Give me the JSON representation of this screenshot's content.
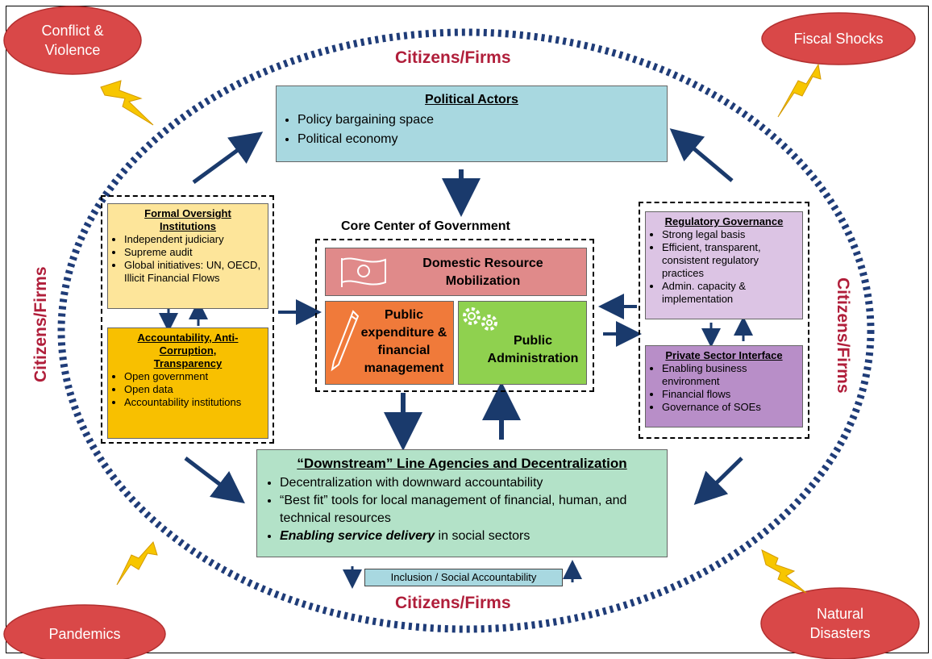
{
  "hazards": {
    "top_left": [
      "Conflict &",
      "Violence"
    ],
    "top_right": "Fiscal Shocks",
    "bottom_left": "Pandemics",
    "bottom_right": [
      "Natural",
      "Disasters"
    ]
  },
  "citizens_firms_label": "Citizens/Firms",
  "political_actors": {
    "title": "Political Actors",
    "bullets": [
      "Policy bargaining space",
      "Political economy"
    ]
  },
  "core_center": {
    "title": "Core Center of Government",
    "drm": [
      "Domestic Resource",
      "Mobilization"
    ],
    "pefm": [
      "Public",
      "expenditure &",
      "financial",
      "management"
    ],
    "pa": [
      "Public",
      "Administration"
    ]
  },
  "formal_oversight": {
    "title": [
      "Formal Oversight",
      "Institutions"
    ],
    "bullets": [
      "Independent judiciary",
      "Supreme audit",
      "Global initiatives: UN, OECD, Illicit Financial Flows"
    ]
  },
  "accountability": {
    "title": [
      "Accountability, Anti-",
      "Corruption,",
      "Transparency"
    ],
    "bullets": [
      "Open government",
      "Open data",
      "Accountability institutions"
    ]
  },
  "regulatory": {
    "title": "Regulatory Governance",
    "bullets": [
      "Strong legal basis",
      "Efficient, transparent, consistent regulatory practices",
      "Admin. capacity & implementation"
    ]
  },
  "private_sector": {
    "title": "Private Sector Interface",
    "bullets": [
      "Enabling business environment",
      "Financial flows",
      "Governance of SOEs"
    ]
  },
  "downstream": {
    "title": "“Downstream” Line Agencies and Decentralization",
    "bullet1": "Decentralization with downward accountability",
    "bullet2": "“Best fit” tools for local management of financial, human, and technical resources",
    "bullet3_em": "Enabling service delivery",
    "bullet3_rest": " in social sectors"
  },
  "inclusion": "Inclusion / Social Accountability",
  "colors": {
    "hazard": "#d94848",
    "citizens": "#b01e3a",
    "dotted_ring": "#1f3c78",
    "arrow": "#1a3a6c",
    "political": "#a8d8e0",
    "drm": "#e08a8a",
    "pefm": "#f07a3a",
    "pa": "#8fd14f",
    "formal": "#fde59a",
    "accountability": "#f8c000",
    "regulatory": "#dcc4e4",
    "private": "#b88ec8",
    "downstream": "#b3e2c8",
    "lightning": "#f7c600"
  }
}
